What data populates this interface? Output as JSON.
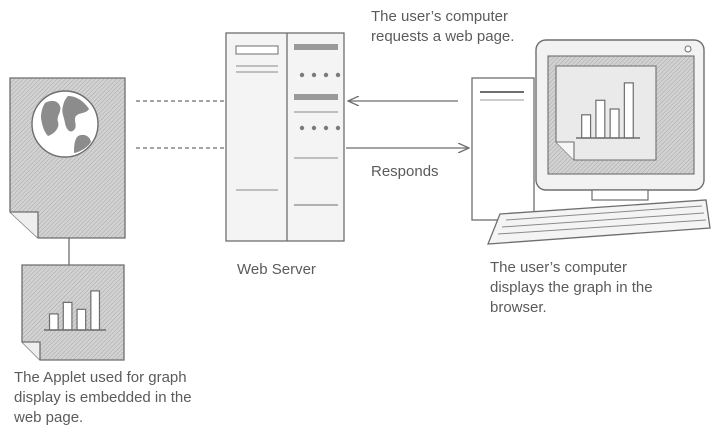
{
  "labels": {
    "request": [
      "The user’s computer",
      "requests a web page."
    ],
    "responds": "Responds",
    "web_server": "Web Server",
    "display": [
      "The user’s computer",
      "displays the graph in the",
      "browser."
    ],
    "applet": [
      "The Applet used for graph",
      "display is embedded in the",
      "web page."
    ]
  },
  "applet_chart": {
    "type": "bar",
    "values": [
      0.35,
      0.6,
      0.45,
      0.85
    ]
  },
  "monitor_chart": {
    "type": "bar",
    "values": [
      0.4,
      0.65,
      0.5,
      0.95
    ]
  },
  "colors": {
    "outline": "#6e6e6e",
    "hatch_bg": "#d4d4d4",
    "server_fill": "#f4f4f4",
    "text": "#5b5b5b"
  },
  "icons": [
    "web-page-icon",
    "globe-icon",
    "web-server-icon",
    "applet-icon",
    "user-computer-icon",
    "monitor-icon",
    "keyboard-icon"
  ]
}
